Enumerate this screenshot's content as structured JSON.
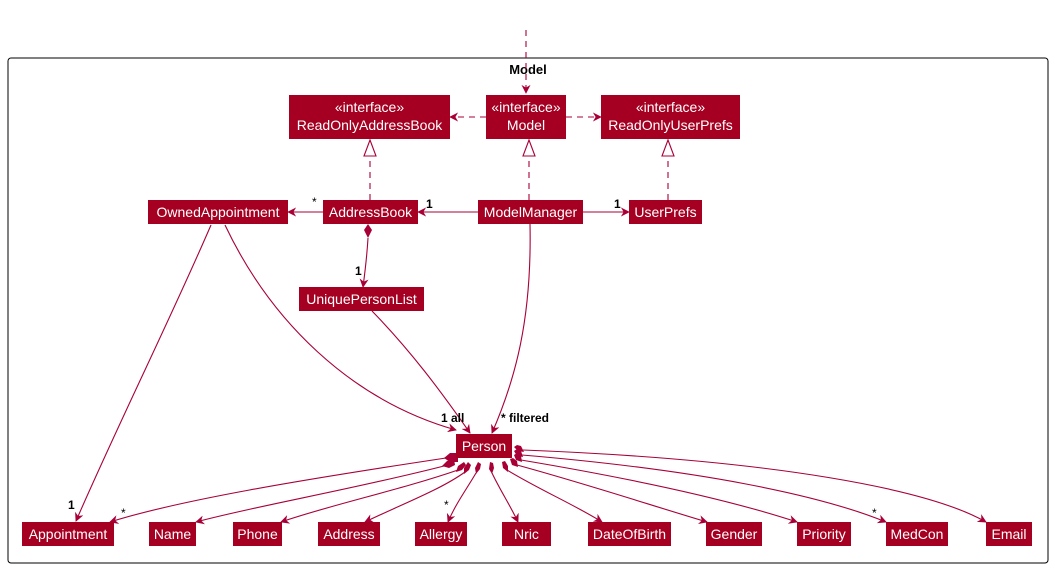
{
  "package": {
    "title": "Model"
  },
  "nodes": {
    "read_only_address_book": {
      "stereotype": "«interface»",
      "name": "ReadOnlyAddressBook"
    },
    "model": {
      "stereotype": "«interface»",
      "name": "Model"
    },
    "read_only_user_prefs": {
      "stereotype": "«interface»",
      "name": "ReadOnlyUserPrefs"
    },
    "owned_appointment": {
      "name": "OwnedAppointment"
    },
    "address_book": {
      "name": "AddressBook"
    },
    "model_manager": {
      "name": "ModelManager"
    },
    "user_prefs": {
      "name": "UserPrefs"
    },
    "unique_person_list": {
      "name": "UniquePersonList"
    },
    "person": {
      "name": "Person"
    },
    "appointment": {
      "name": "Appointment"
    },
    "name": {
      "name": "Name"
    },
    "phone": {
      "name": "Phone"
    },
    "address": {
      "name": "Address"
    },
    "allergy": {
      "name": "Allergy"
    },
    "nric": {
      "name": "Nric"
    },
    "date_of_birth": {
      "name": "DateOfBirth"
    },
    "gender": {
      "name": "Gender"
    },
    "priority": {
      "name": "Priority"
    },
    "med_con": {
      "name": "MedCon"
    },
    "email": {
      "name": "Email"
    }
  },
  "multiplicities": {
    "owned_appointment_many": "*",
    "address_book_one": "1",
    "user_prefs_one": "1",
    "unique_person_list_one": "1",
    "person_all": "1 all",
    "person_filtered": "* filtered",
    "appointment_one": "1",
    "appointment_many": "*",
    "allergy_many": "*",
    "med_con_many": "*"
  },
  "colors": {
    "node_fill": "#a50021",
    "edge": "#a80036",
    "text": "#ffffff"
  }
}
